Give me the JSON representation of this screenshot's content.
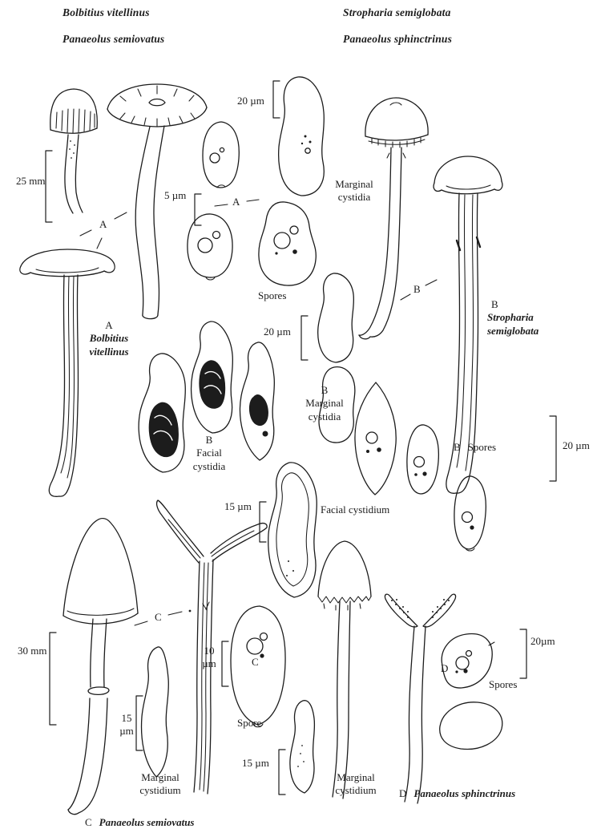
{
  "page": {
    "background": "#ffffff",
    "ink": "#1c1c1c"
  },
  "header": {
    "left": {
      "line1": "Bolbitius  vitellinus",
      "line2": "Panaeolus semiovatus"
    },
    "right": {
      "line1": "Stropharia semiglobata",
      "line2": "Panaeolus sphinctrinus"
    }
  },
  "species": {
    "a": {
      "letter": "A",
      "name_line1": "Bolbitius",
      "name_line2": "vitellinus"
    },
    "b": {
      "letter": "B",
      "name_line1": "Stropharia",
      "name_line2": "semiglobata"
    },
    "c": {
      "letter": "C",
      "name": "Panaeolus semiovatus"
    },
    "d": {
      "letter": "D",
      "name": "Panaeolus sphinctrinus"
    }
  },
  "pointers": {
    "a": "A",
    "a_mid": "A",
    "b": "B",
    "c": "C",
    "c_spore": "C",
    "d_spore": "D"
  },
  "annotations": {
    "marginal_cystidia_a": {
      "line1": "Marginal",
      "line2": "cystidia"
    },
    "spores_a": "Spores",
    "marginal_cystidia_b": {
      "letter": "B",
      "line1": "Marginal",
      "line2": "cystidia"
    },
    "facial_cystidia_b": {
      "letter": "B",
      "line1": "Facial",
      "line2": "cystidia"
    },
    "spores_b": {
      "letter": "B",
      "text": "Spores"
    },
    "facial_cystidium": "Facial cystidium",
    "spore": "Spore",
    "marginal_cystidium_c": {
      "line1": "Marginal",
      "line2": "cystidium"
    },
    "marginal_cystidium_d": {
      "line1": "Marginal",
      "line2": "cystidium"
    },
    "spores_d": "Spores"
  },
  "scale_bars": {
    "mm25": "25 mm",
    "um20_a": "20 µm",
    "um5": "5 µm",
    "um20_b": "20 µm",
    "um20_right": "20 µm",
    "um15_facial": "15 µm",
    "mm30": "30 mm",
    "um10": {
      "line1": "10",
      "line2": "µm"
    },
    "um15_left": {
      "line1": "15",
      "line2": "µm"
    },
    "um15_bottom": "15 µm",
    "um20_d": "20µm"
  }
}
